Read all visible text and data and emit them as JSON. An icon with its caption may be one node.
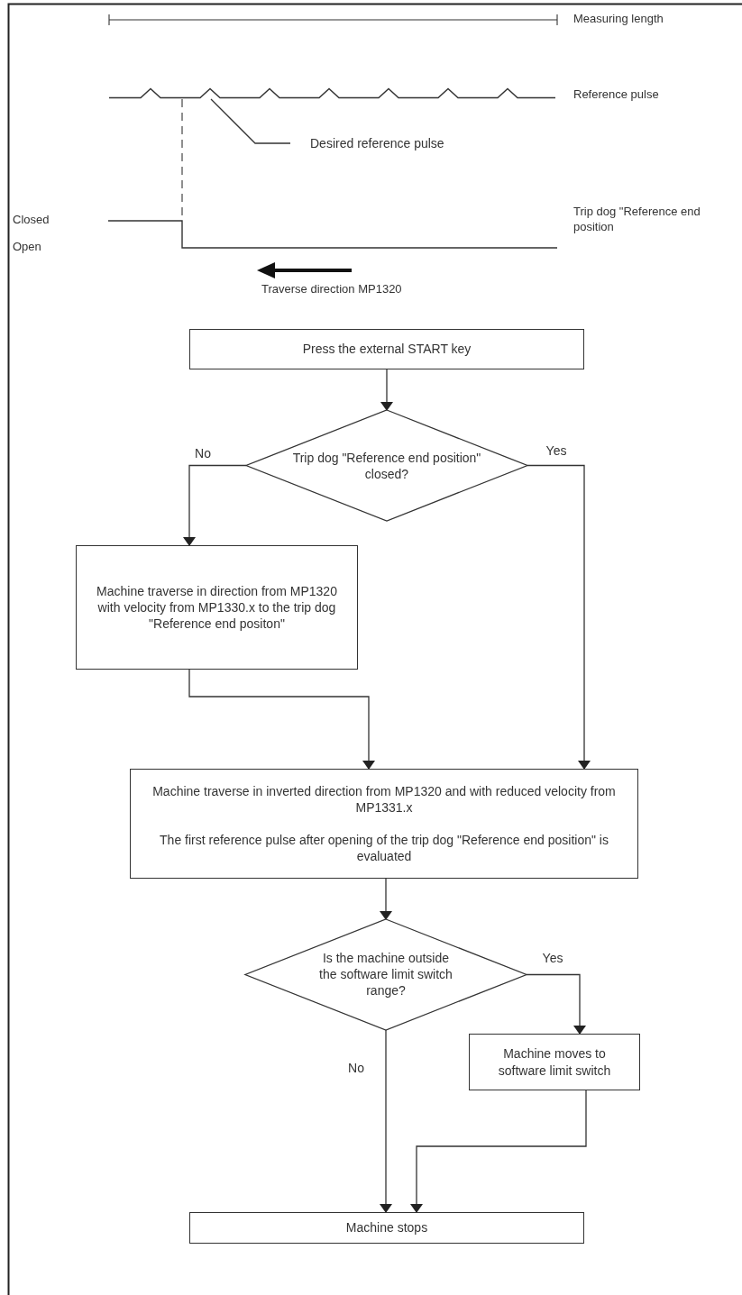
{
  "diagram": {
    "nodes": [
      {
        "text": [
          "Desired reference pulse"
        ]
      },
      {
        "text": [
          "Press the external START key"
        ]
      },
      {
        "text": [
          "Trip dog \"Reference end position\" closed?"
        ]
      },
      {
        "text": [
          "Machine traverse in direction from MP1320 with velocity from MP1330.x to the trip dog \"Reference end positon\""
        ]
      },
      {
        "text": [
          "Machine traverse in inverted direction from MP1320 and with reduced velocity from MP1331.x",
          "The first reference pulse after opening of the trip dog \"Reference end position\" is evaluated"
        ]
      },
      {
        "text": [
          "Is the machine outside the software limit switch range?"
        ]
      },
      {
        "text": [
          "Machine moves to software limit switch"
        ]
      },
      {
        "text": [
          "Machine stops"
        ]
      }
    ],
    "edges": [
      {
        "from": 0,
        "to": null,
        "arrow": "none"
      },
      {
        "from": 1,
        "to": 2,
        "arrow": "to"
      },
      {
        "from": 2,
        "to": 3,
        "arrow": "to",
        "label": "No"
      },
      {
        "from": 3,
        "to": 4,
        "arrow": "to"
      },
      {
        "from": 2,
        "to": 4,
        "arrow": "to",
        "label": "Yes"
      },
      {
        "from": 4,
        "to": 5,
        "arrow": "to"
      },
      {
        "from": 5,
        "to": 6,
        "arrow": "to",
        "label": "Yes"
      },
      {
        "from": 5,
        "to": 7,
        "arrow": "to",
        "label": "No"
      },
      {
        "from": 6,
        "to": 7,
        "arrow": "to"
      }
    ],
    "labels": [
      "Measuring length",
      "Reference pulse",
      "Closed",
      "Trip dog \"Reference end position",
      "Open",
      "Traverse direction MP1320"
    ]
  }
}
